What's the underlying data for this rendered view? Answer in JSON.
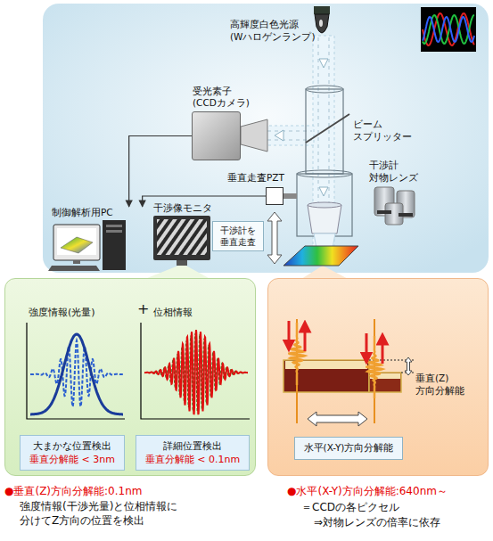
{
  "diagram": {
    "nodes": [
      {
        "text": [
          "受光素子 (CCDカメラ)"
        ]
      },
      {
        "text": [
          "垂直走査PZT"
        ]
      },
      {
        "text": [
          "制御解析用PC"
        ]
      },
      {
        "text": [
          "干渉計を 垂直走査"
        ]
      },
      {
        "text": [
          "強度情報(光量)",
          "+",
          "位相情報"
        ]
      },
      {
        "text": [
          "大まかな位置検出",
          "垂直分解能 < 3nm"
        ],
        "in": 4
      },
      {
        "text": [
          "詳細位置検出",
          "垂直分解能 < 0.1nm"
        ],
        "in": 4
      },
      {
        "text": [
          "垂直(Z) 方向分解能"
        ]
      },
      {
        "text": [
          "水平(X-Y)方向分解能"
        ],
        "in": 7
      }
    ],
    "edges": [
      {
        "from": 0,
        "to": 2,
        "arrow": "to"
      },
      {
        "from": 1,
        "to": 2,
        "arrow": "to"
      }
    ],
    "labels": [
      "高輝度白色光源 (Wハロゲンランプ)",
      "ビーム スプリッター",
      "干渉計 対物レンズ",
      "干渉像モニタ",
      "●垂直(Z)方向分解能:0.1nm",
      "強度情報(干渉光量)と位相情報に 分けてZ方向の位置を検出",
      "●水平(X-Y)方向分解能:640nm～",
      "＝CCDの各ピクセル",
      "⇒対物レンズの倍率に依存"
    ]
  }
}
